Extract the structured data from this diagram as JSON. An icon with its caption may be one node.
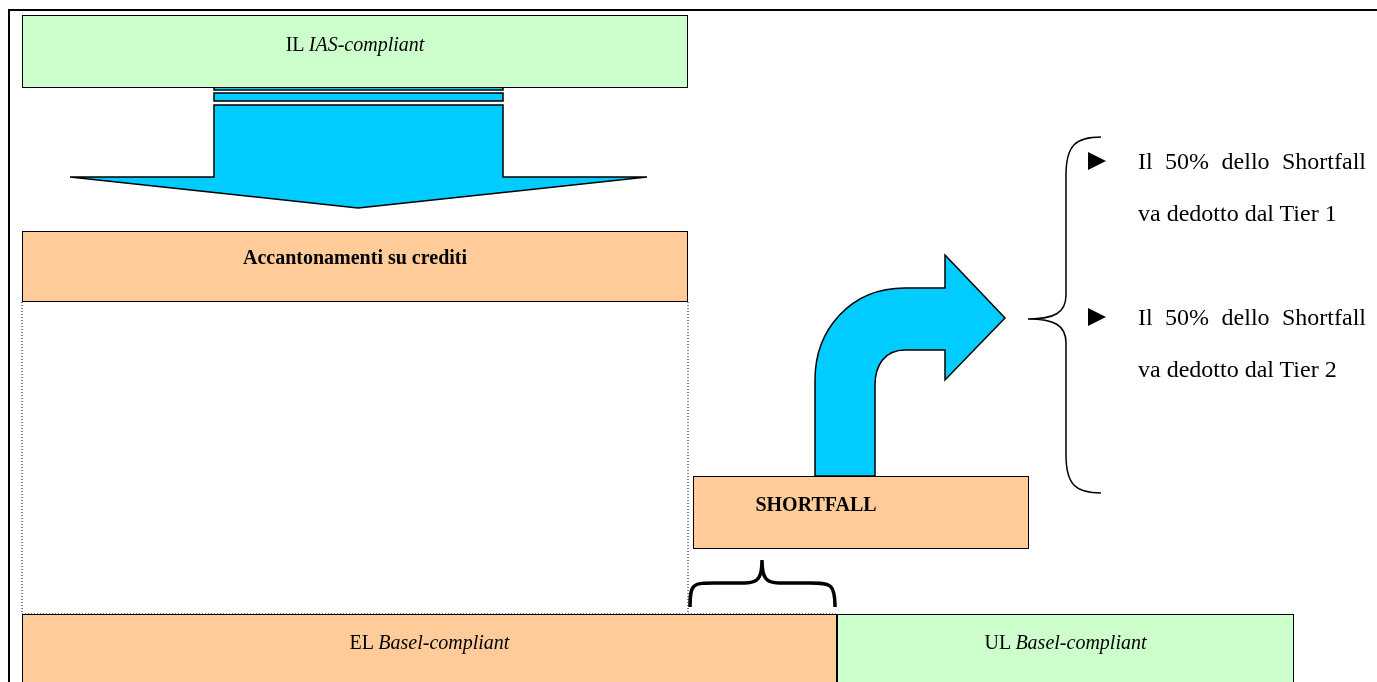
{
  "diagram": {
    "nodes": [
      {
        "text": [
          "IL *IAS-compliant*"
        ]
      },
      {
        "text": [
          "Accantonamenti su crediti"
        ]
      },
      {
        "text": [
          "SHORTFALL"
        ]
      },
      {
        "text": [
          "Il 50% dello Shortfall va dedotto dal Tier 1",
          "Il 50% dello Shortfall va dedotto dal Tier 2"
        ]
      },
      {
        "text": [
          "EL *Basel-compliant*"
        ]
      },
      {
        "text": [
          "UL *Basel-compliant*"
        ]
      }
    ],
    "edges": [
      {
        "from": 0,
        "to": 1,
        "arrow": "to"
      },
      {
        "from": 2,
        "to": 3,
        "arrow": "to"
      }
    ]
  }
}
